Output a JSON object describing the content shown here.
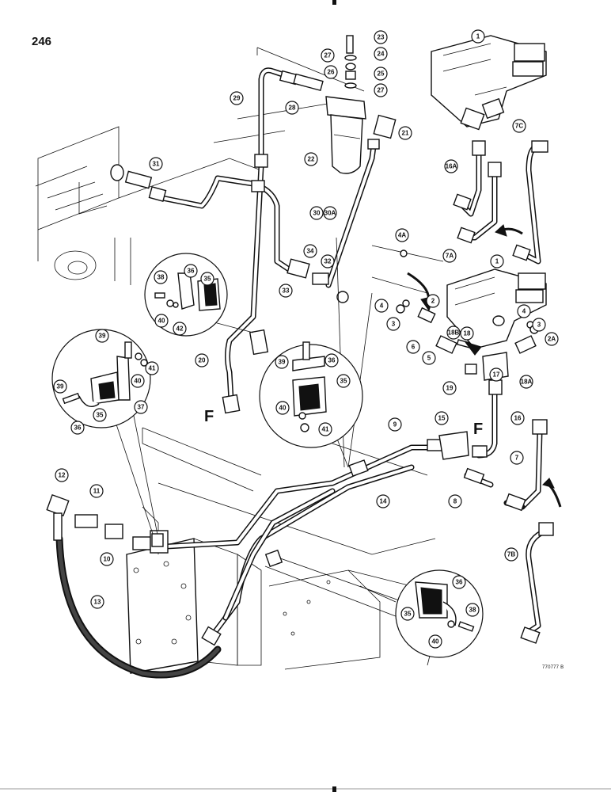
{
  "page_number": "246",
  "figure_code": "770777 B",
  "flow_labels": [
    "F",
    "F"
  ],
  "callouts": [
    "1",
    "1",
    "2",
    "2A",
    "3",
    "3",
    "4",
    "4",
    "4A",
    "5",
    "6",
    "7",
    "7A",
    "7B",
    "7C",
    "8",
    "9",
    "10",
    "11",
    "12",
    "13",
    "14",
    "15",
    "16",
    "16A",
    "17",
    "18",
    "18A",
    "18B",
    "19",
    "20",
    "21",
    "22",
    "23",
    "24",
    "25",
    "26",
    "27",
    "27",
    "28",
    "29",
    "30",
    "30A",
    "31",
    "32",
    "33",
    "34",
    "35",
    "35",
    "35",
    "35",
    "36",
    "36",
    "36",
    "36",
    "37",
    "38",
    "38",
    "39",
    "39",
    "39",
    "40",
    "40",
    "40",
    "40",
    "41",
    "41",
    "42"
  ]
}
